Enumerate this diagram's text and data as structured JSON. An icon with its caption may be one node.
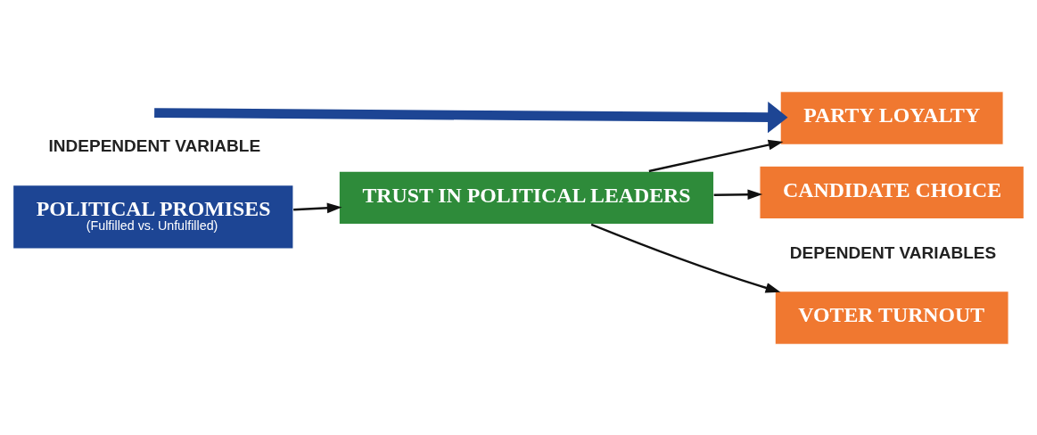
{
  "diagram": {
    "nodes": [
      {
        "text": [
          "POLITICAL PROMISES",
          "(Fulfilled vs. Unfulfilled)"
        ]
      },
      {
        "text": [
          "TRUST IN POLITICAL LEADERS"
        ]
      },
      {
        "text": [
          "VOTER TURNOUT"
        ]
      },
      {
        "text": [
          "CANDIDATE CHOICE"
        ]
      },
      {
        "text": [
          "PARTY LOYALTY"
        ]
      }
    ],
    "edges": [
      {
        "from": 0,
        "to": 1,
        "arrow": "to"
      },
      {
        "from": 1,
        "to": 2,
        "arrow": "to"
      },
      {
        "from": 1,
        "to": 3,
        "arrow": "to"
      },
      {
        "from": 1,
        "to": 4,
        "arrow": "to"
      },
      {
        "from": null,
        "to": 4,
        "arrow": "to",
        "style": "thick",
        "color": "#1d4594"
      }
    ],
    "labels": [
      "INDEPENDENT VARIABLE",
      "DEPENDENT VARIABLES"
    ]
  }
}
